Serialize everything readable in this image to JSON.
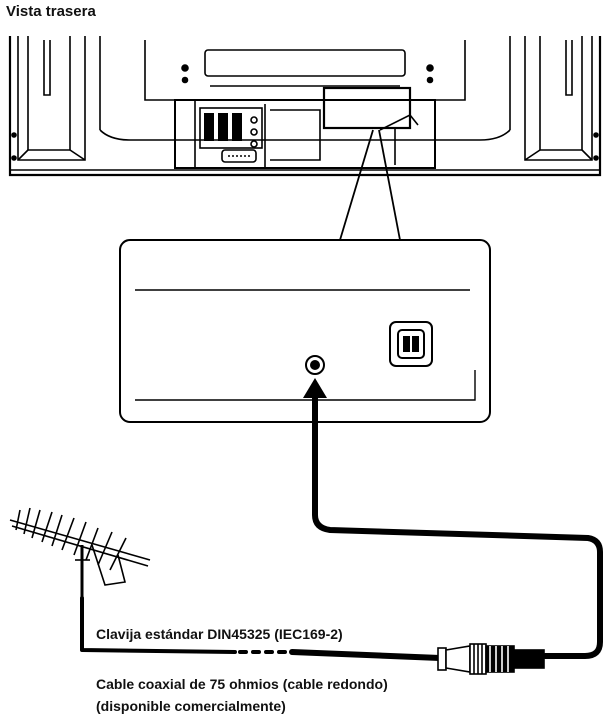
{
  "diagram": {
    "title": "Vista trasera",
    "labels": {
      "plug": "Clavija estándar DIN45325 (IEC169-2)",
      "cable_line1": "Cable coaxial de 75 ohmios (cable redondo)",
      "cable_line2": "(disponible comercialmente)"
    },
    "colors": {
      "line": "#000000",
      "background": "#ffffff"
    },
    "icons": [
      "tv-rear-panel",
      "antenna-icon",
      "power-inlet-icon",
      "antenna-jack-icon",
      "coaxial-plug-icon"
    ]
  }
}
